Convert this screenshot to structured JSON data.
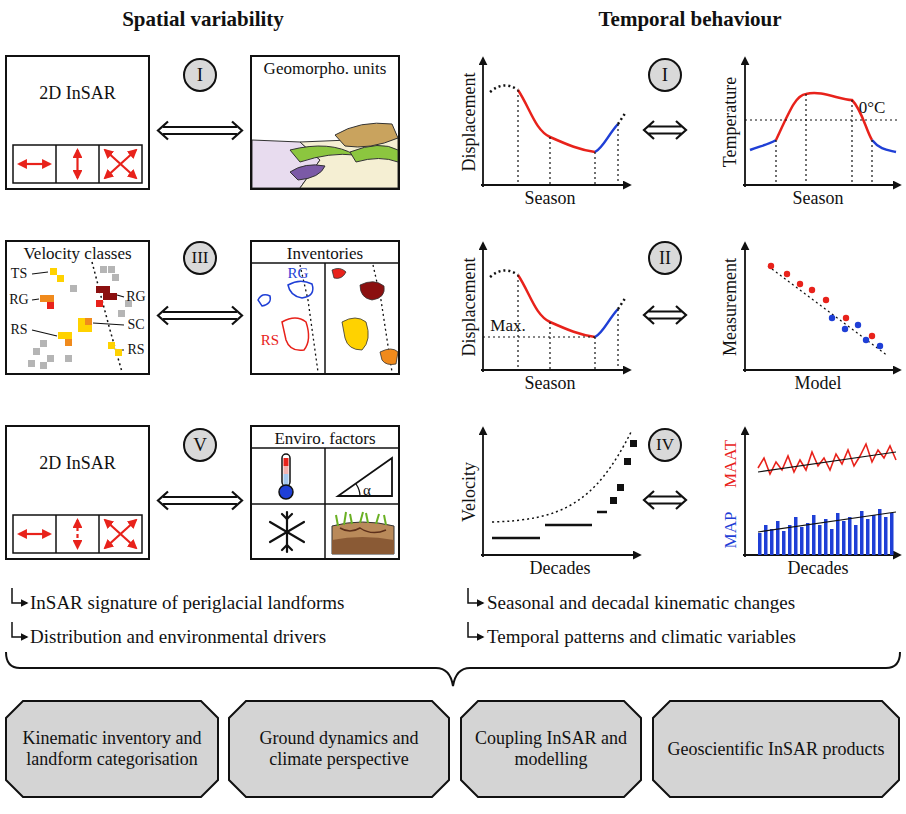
{
  "diagram": {
    "nodes": [
      {
        "text": [
          "2D InSAR"
        ]
      },
      {
        "text": [
          "I"
        ]
      },
      {
        "text": [
          "Geomorpho. units"
        ]
      },
      {
        "text": [
          "Velocity classes"
        ]
      },
      {
        "text": [
          "III"
        ]
      },
      {
        "text": [
          "Inventories"
        ]
      },
      {
        "text": [
          "2D InSAR"
        ]
      },
      {
        "text": [
          "V"
        ]
      },
      {
        "text": [
          "Enviro. factors"
        ]
      },
      {
        "text": [
          "I"
        ]
      },
      {
        "text": [
          "II"
        ]
      },
      {
        "text": [
          "IV"
        ]
      },
      {
        "text": [
          "Kinematic inventory and landform categorisation"
        ]
      },
      {
        "text": [
          "Ground dynamics and climate perspective"
        ]
      },
      {
        "text": [
          "Coupling InSAR and modelling"
        ]
      },
      {
        "text": [
          "Geoscientific InSAR products"
        ]
      }
    ],
    "edges": [
      {
        "from": 0,
        "to": 2,
        "arrow": "both"
      },
      {
        "from": 3,
        "to": 5,
        "arrow": "both"
      },
      {
        "from": 6,
        "to": 8,
        "arrow": "both"
      }
    ],
    "labels": [
      "Spatial variability",
      "Temporal behaviour",
      "TS",
      "RG",
      "RG",
      "RS",
      "SC",
      "RS",
      "RG",
      "RS",
      "Displacement",
      "Season",
      "Temperature",
      "0°C",
      "Season",
      "Displacement",
      "Season",
      "Max.",
      "Measurement",
      "Model",
      "Velocity",
      "Decades",
      "MAAT",
      "MAP",
      "Decades",
      "InSAR signature of periglacial landforms",
      "Distribution and environmental drivers",
      "Seasonal and decadal kinematic changes",
      "Temporal patterns and climatic variables",
      "α"
    ]
  }
}
